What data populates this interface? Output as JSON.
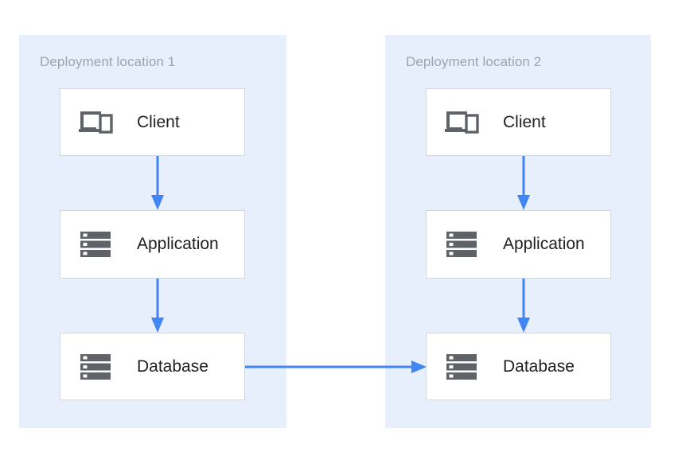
{
  "diagram": {
    "type": "architecture-diagram",
    "background": "#ffffff",
    "accent_color": "#4285f4",
    "zone_fill": "#e7effc",
    "zone_title_color": "#9da4ab",
    "node_border_color": "#d3d6da",
    "node_fill": "#ffffff",
    "icon_color": "#5f6368",
    "label_color": "#202124",
    "zones": [
      {
        "id": "zone-1",
        "title": "Deployment location 1",
        "nodes": [
          {
            "id": "client-1",
            "label": "Client",
            "icon": "devices-icon"
          },
          {
            "id": "application-1",
            "label": "Application",
            "icon": "server-icon"
          },
          {
            "id": "database-1",
            "label": "Database",
            "icon": "server-icon"
          }
        ]
      },
      {
        "id": "zone-2",
        "title": "Deployment location 2",
        "nodes": [
          {
            "id": "client-2",
            "label": "Client",
            "icon": "devices-icon"
          },
          {
            "id": "application-2",
            "label": "Application",
            "icon": "server-icon"
          },
          {
            "id": "database-2",
            "label": "Database",
            "icon": "server-icon"
          }
        ]
      }
    ],
    "connections": [
      {
        "id": "conn-client1-app1",
        "from": "client-1",
        "to": "application-1",
        "direction": "down"
      },
      {
        "id": "conn-app1-db1",
        "from": "application-1",
        "to": "database-1",
        "direction": "down"
      },
      {
        "id": "conn-client2-app2",
        "from": "client-2",
        "to": "application-2",
        "direction": "down"
      },
      {
        "id": "conn-app2-db2",
        "from": "application-2",
        "to": "database-2",
        "direction": "down"
      },
      {
        "id": "conn-db1-db2",
        "from": "database-1",
        "to": "database-2",
        "direction": "right"
      }
    ]
  }
}
